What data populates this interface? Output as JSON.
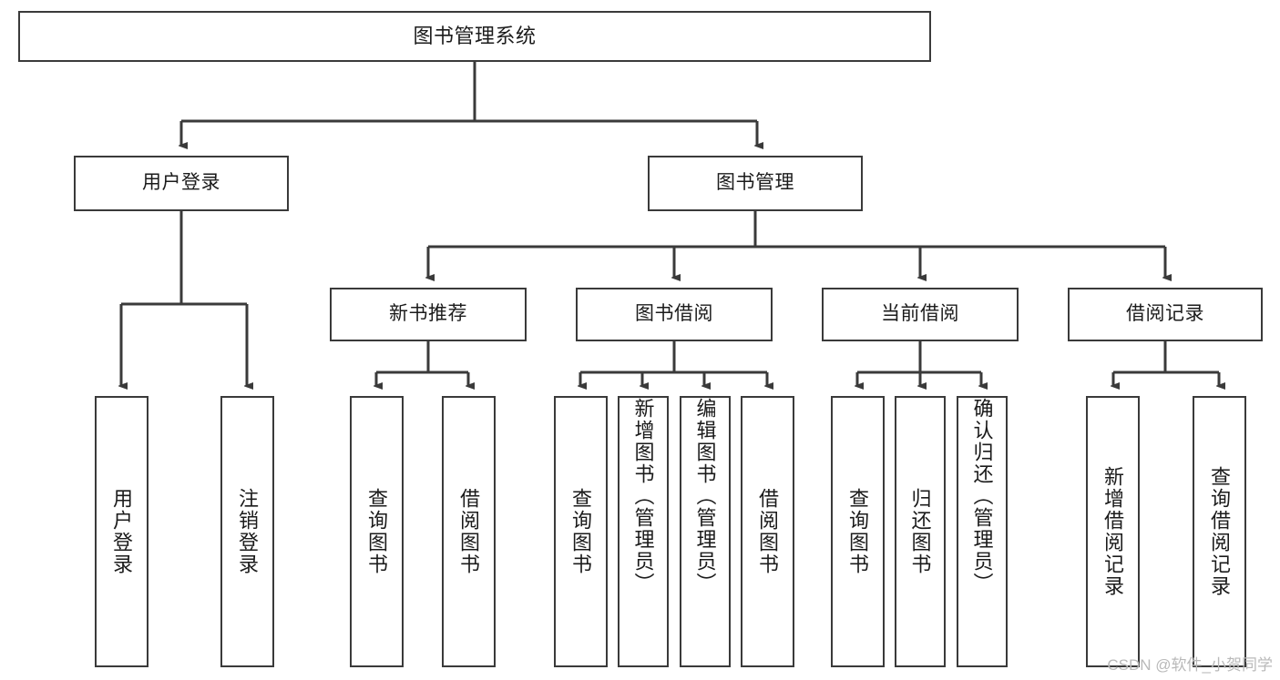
{
  "diagram": {
    "title": "图书管理系统",
    "type": "tree-structure-chart",
    "line_color": "#3a3a3a",
    "box_fill": "#ffffff",
    "text_color": "#1b1b1b"
  },
  "root": {
    "label": "图书管理系统"
  },
  "level2": [
    {
      "label": "用户登录"
    },
    {
      "label": "图书管理"
    }
  ],
  "level3": [
    {
      "label": "新书推荐"
    },
    {
      "label": "图书借阅"
    },
    {
      "label": "当前借阅"
    },
    {
      "label": "借阅记录"
    }
  ],
  "leaves": {
    "user_login": [
      {
        "label": "用户登录"
      },
      {
        "label": "注销登录"
      }
    ],
    "new_book_recommend": [
      {
        "label": "查询图书"
      },
      {
        "label": "借阅图书"
      }
    ],
    "book_borrow": [
      {
        "label": "查询图书"
      },
      {
        "label": "新增图书（管理员）"
      },
      {
        "label": "编辑图书（管理员）"
      },
      {
        "label": "借阅图书"
      }
    ],
    "current_borrow": [
      {
        "label": "查询图书"
      },
      {
        "label": "归还图书"
      },
      {
        "label": "确认归还（管理员）"
      }
    ],
    "borrow_record": [
      {
        "label": "新增借阅记录"
      },
      {
        "label": "查询借阅记录"
      }
    ]
  },
  "watermark": {
    "text": "CSDN @软件_小贺同学"
  }
}
